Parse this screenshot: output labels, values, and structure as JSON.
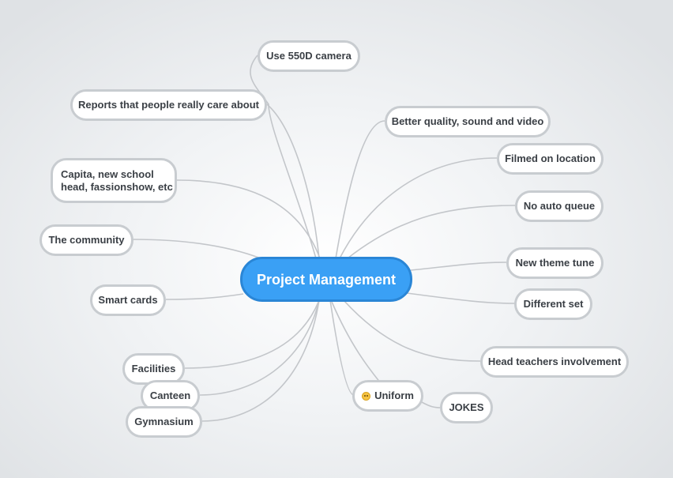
{
  "mindmap": {
    "root": "Project Management",
    "colors": {
      "root_fill": "#3aa0f5",
      "root_border": "#2a86d6",
      "node_border": "#c8ccd0",
      "link": "#c3c6ca"
    },
    "left": {
      "reports": "Reports that people really care about",
      "camera": "Use 550D camera",
      "capita_line1": "Capita, new school",
      "capita_line2": "head, fassionshow, etc",
      "community": "The community",
      "smart_cards": "Smart cards",
      "facilities": "Facilities",
      "canteen": "Canteen",
      "gymnasium": "Gymnasium"
    },
    "right": {
      "better_quality": "Better quality, sound and video",
      "filmed": "Filmed on location",
      "auto_queue": "No auto queue",
      "theme_tune": "New theme tune",
      "different_set": "Different set",
      "head_teachers": "Head teachers involvement",
      "uniform": "Uniform",
      "uniform_icon": "neutral-face-emoji-icon",
      "jokes": "JOKES"
    }
  }
}
